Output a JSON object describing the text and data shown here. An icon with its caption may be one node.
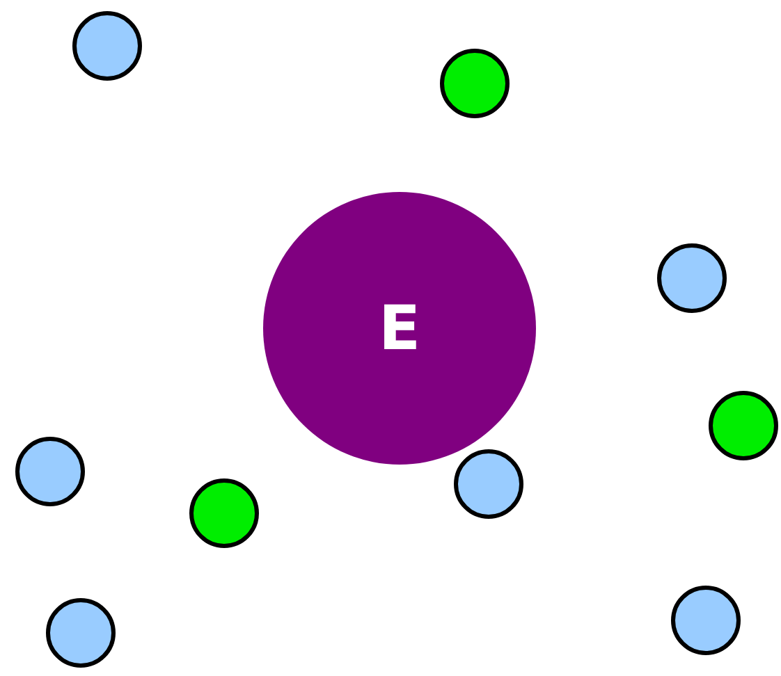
{
  "diagram": {
    "nodes": [
      {
        "text": [],
        "shape": "circle"
      },
      {
        "text": [],
        "shape": "circle"
      },
      {
        "text": [],
        "shape": "circle"
      },
      {
        "text": [
          "E"
        ]
      },
      {
        "text": [],
        "shape": "circle"
      },
      {
        "text": [],
        "shape": "circle"
      },
      {
        "text": [],
        "shape": "circle"
      },
      {
        "text": [],
        "shape": "circle"
      },
      {
        "text": [],
        "shape": "circle"
      },
      {
        "text": [],
        "shape": "circle"
      }
    ]
  }
}
